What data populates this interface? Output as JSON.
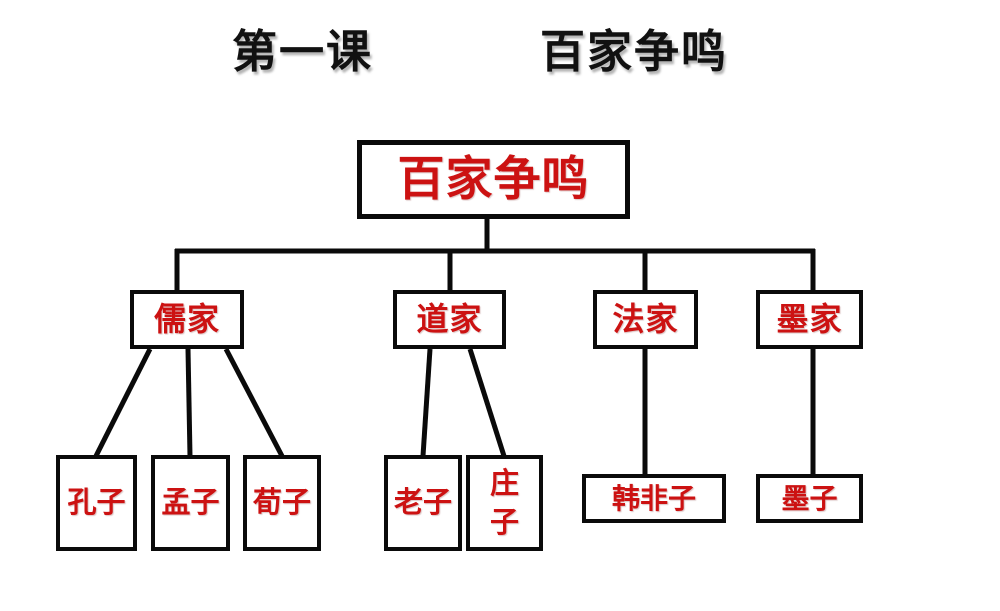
{
  "slide": {
    "background_color": "#ffffff",
    "title": {
      "lesson": "第一课",
      "main": "百家争鸣",
      "color": "#111111"
    }
  },
  "diagram": {
    "type": "tree",
    "node_text_color": "#cc1212",
    "node_border_color": "#0a0a0a",
    "connector_color": "#0a0a0a",
    "root": {
      "label": "百家争鸣"
    },
    "schools": [
      {
        "label": "儒家"
      },
      {
        "label": "道家"
      },
      {
        "label": "法家"
      },
      {
        "label": "墨家"
      }
    ],
    "people_tall": [
      {
        "label": "孔子"
      },
      {
        "label": "孟子"
      },
      {
        "label": "荀子"
      },
      {
        "label": "老子"
      },
      {
        "label": "庄子"
      }
    ],
    "people_wide": [
      {
        "label": "韩非子"
      },
      {
        "label": "墨子"
      }
    ]
  }
}
